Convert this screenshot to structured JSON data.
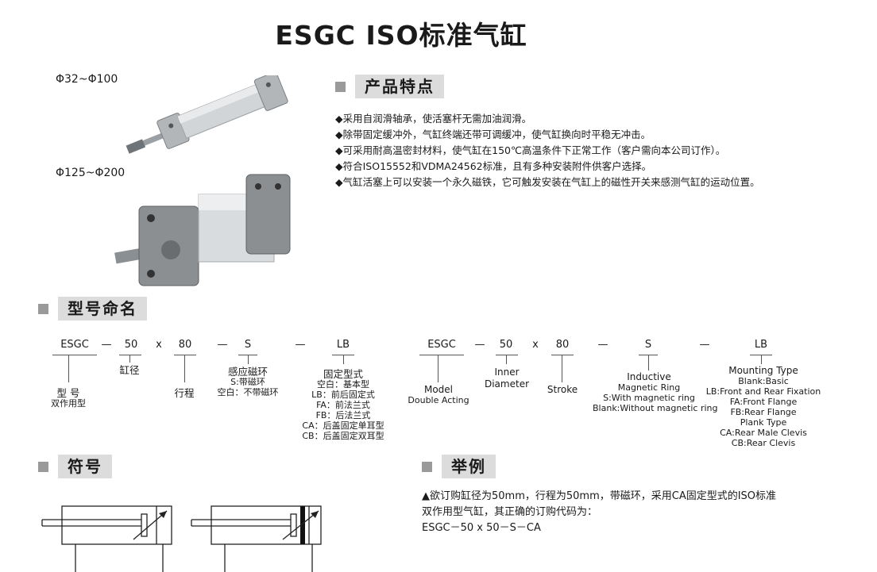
{
  "title": "ESGC ISO标准气缸",
  "sizes": {
    "small": "Φ32~Φ100",
    "large": "Φ125~Φ200"
  },
  "features": {
    "heading": "产品特点",
    "items": [
      "◆采用自润滑轴承，使活塞杆无需加油润滑。",
      "◆除带固定缓冲外，气缸终端还带可调缓冲，使气缸换向时平稳无冲击。",
      "◆可采用耐高温密封材料，使气缸在150℃高温条件下正常工作（客户需向本公司订作）。",
      "◆符合ISO15552和VDMA24562标准，且有多种安装附件供客户选择。",
      "◆气缸活塞上可以安装一个永久磁铁，它可触发安装在气缸上的磁性开关来感测气缸的运动位置。"
    ]
  },
  "model": {
    "heading": "型号命名",
    "zh": {
      "codes": [
        "ESGC",
        "—",
        "50",
        "x",
        "80",
        "—",
        "S",
        "—",
        "LB"
      ],
      "model_title": "型 号",
      "model_sub": "双作用型",
      "bore": "缸径",
      "stroke": "行程",
      "sensor_title": "感应磁环",
      "sensor_lines": [
        "S:带磁环",
        "空白：不带磁环"
      ],
      "mount_title": "固定型式",
      "mount_lines": [
        "空白：基本型",
        "LB：前后固定式",
        "FA：前法兰式",
        "FB：后法兰式",
        "CA：后盖固定单耳型",
        "CB：后盖固定双耳型"
      ]
    },
    "en": {
      "codes": [
        "ESGC",
        "—",
        "50",
        "x",
        "80",
        "—",
        "S",
        "—",
        "LB"
      ],
      "model_title": "Model",
      "model_sub": "Double Acting",
      "bore_lines": [
        "Inner",
        "Diameter"
      ],
      "stroke": "Stroke",
      "sensor_title": "Inductive",
      "sensor_lines": [
        "Magnetic Ring",
        "S:With magnetic ring",
        "Blank:Without magnetic ring"
      ],
      "mount_title": "Mounting Type",
      "mount_lines": [
        "Blank:Basic",
        "LB:Front and Rear Fixation",
        "FA:Front Flange",
        "FB:Rear Flange",
        "Plank Type",
        "CA:Rear Male Clevis",
        "CB:Rear Clevis"
      ]
    }
  },
  "symbol": {
    "heading": "符号"
  },
  "example": {
    "heading": "举例",
    "lines": [
      "▲欲订购缸径为50mm，行程为50mm，带磁环，采用CA固定型式的ISO标准",
      "双作用型气缸，其正确的订购代码为：",
      "ESGC－50 x 50－S－CA"
    ]
  },
  "colors": {
    "section_square": "#9a9a9a",
    "section_box": "#dcdcdc",
    "cylinder_body": "#bfc3c6",
    "cylinder_flange": "#8c8f92"
  }
}
